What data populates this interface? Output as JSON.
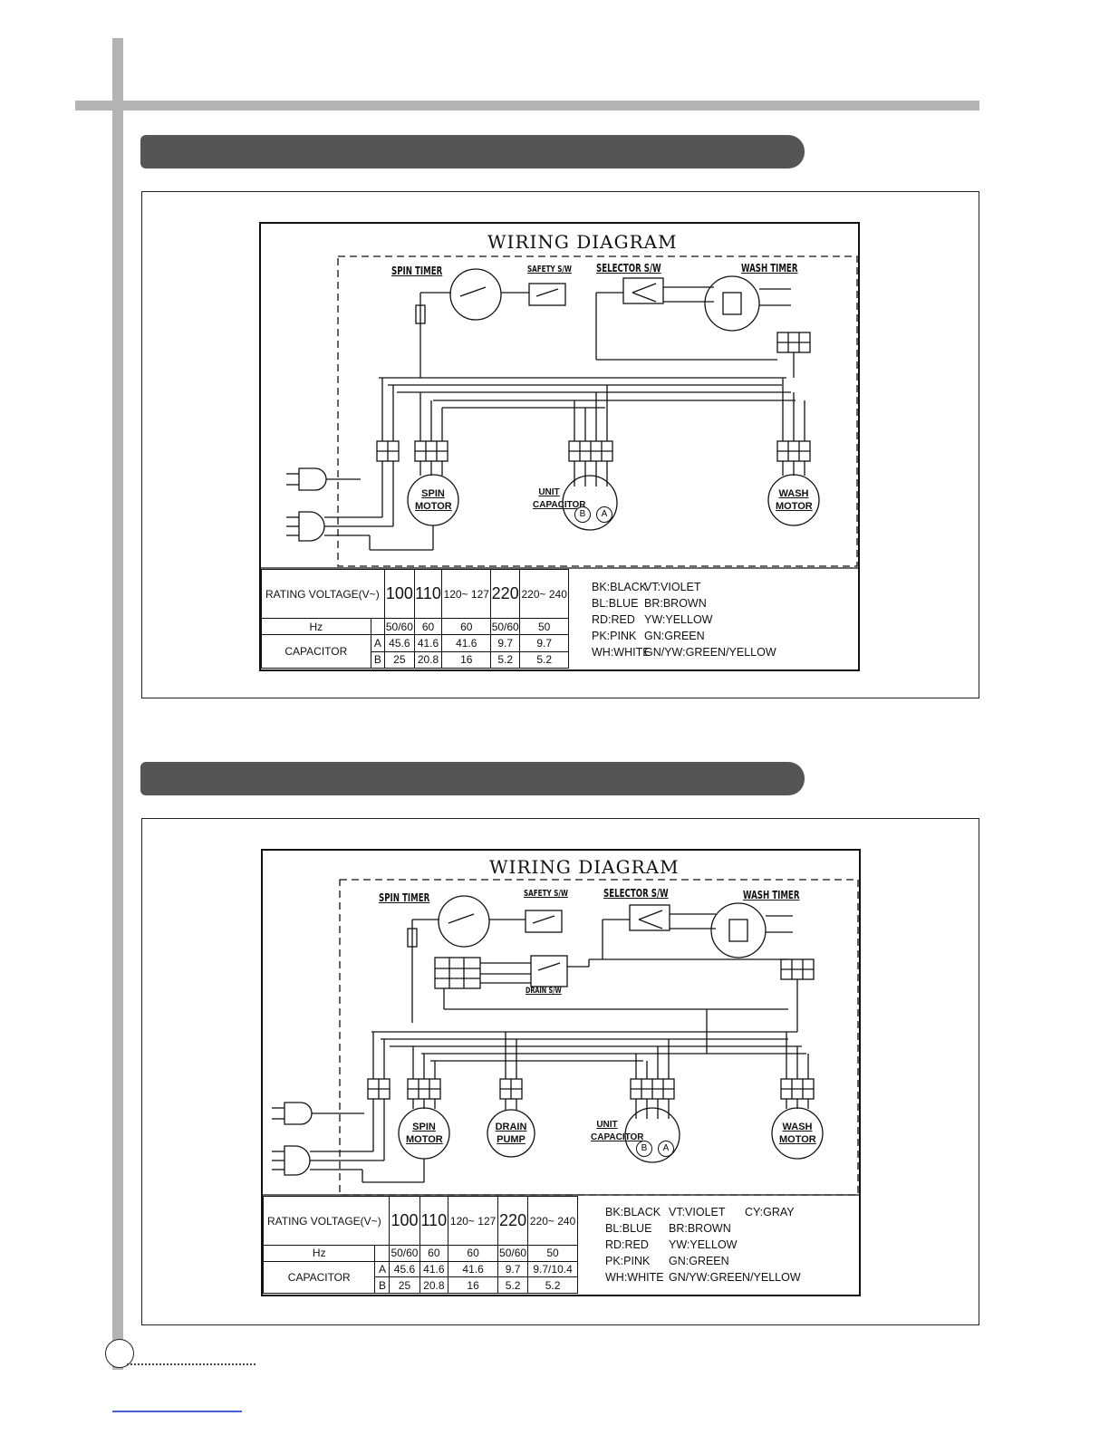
{
  "diagram1": {
    "title": "WIRING DIAGRAM",
    "labels": {
      "spin_timer": "SPIN TIMER",
      "safety": "SAFETY S/W",
      "selector": "SELECTOR S/W",
      "wash_timer": "WASH TIMER",
      "spin_motor": "SPIN MOTOR",
      "unit_capacitor": "UNIT CAPACITOR",
      "wash_motor": "WASH MOTOR"
    },
    "cap_a": "A",
    "cap_b": "B",
    "table": {
      "rating": "RATING VOLTAGE(V~)",
      "voltages": [
        "100",
        "110",
        "120~ 127",
        "220",
        "220~ 240"
      ],
      "hz_label": "Hz",
      "hz": [
        "50/60",
        "60",
        "60",
        "50/60",
        "50"
      ],
      "capacitor_label": "CAPACITOR",
      "a": [
        "45.6",
        "41.6",
        "41.6",
        "9.7",
        "9.7"
      ],
      "b": [
        "25",
        "20.8",
        "16",
        "5.2",
        "5.2"
      ]
    },
    "legend": [
      [
        "BK:BLACK",
        "VT:VIOLET"
      ],
      [
        "BL:BLUE",
        "BR:BROWN"
      ],
      [
        "RD:RED",
        "YW:YELLOW"
      ],
      [
        "PK:PINK",
        "GN:GREEN"
      ],
      [
        "WH:WHITE",
        "GN/YW:GREEN/YELLOW"
      ]
    ]
  },
  "diagram2": {
    "title": "WIRING DIAGRAM",
    "labels": {
      "spin_timer": "SPIN TIMER",
      "safety": "SAFETY S/W",
      "selector": "SELECTOR S/W",
      "wash_timer": "WASH TIMER",
      "drain_sw": "DRAIN S/W",
      "spin_motor": "SPIN MOTOR",
      "drain_pump": "DRAIN PUMP",
      "unit_capacitor": "UNIT CAPACITOR",
      "wash_motor": "WASH MOTOR"
    },
    "cap_a": "A",
    "cap_b": "B",
    "table": {
      "rating": "RATING VOLTAGE(V~)",
      "voltages": [
        "100",
        "110",
        "120~ 127",
        "220",
        "220~ 240"
      ],
      "hz_label": "Hz",
      "hz": [
        "50/60",
        "60",
        "60",
        "50/60",
        "50"
      ],
      "capacitor_label": "CAPACITOR",
      "a": [
        "45.6",
        "41.6",
        "41.6",
        "9.7",
        "9.7/10.4"
      ],
      "b": [
        "25",
        "20.8",
        "16",
        "5.2",
        "5.2"
      ]
    },
    "legend": [
      [
        "BK:BLACK",
        "VT:VIOLET",
        "CY:GRAY"
      ],
      [
        "BL:BLUE",
        "BR:BROWN",
        ""
      ],
      [
        "RD:RED",
        "YW:YELLOW",
        ""
      ],
      [
        "PK:PINK",
        "GN:GREEN",
        ""
      ],
      [
        "WH:WHITE",
        "GN/YW:GREEN/YELLOW",
        ""
      ]
    ]
  }
}
